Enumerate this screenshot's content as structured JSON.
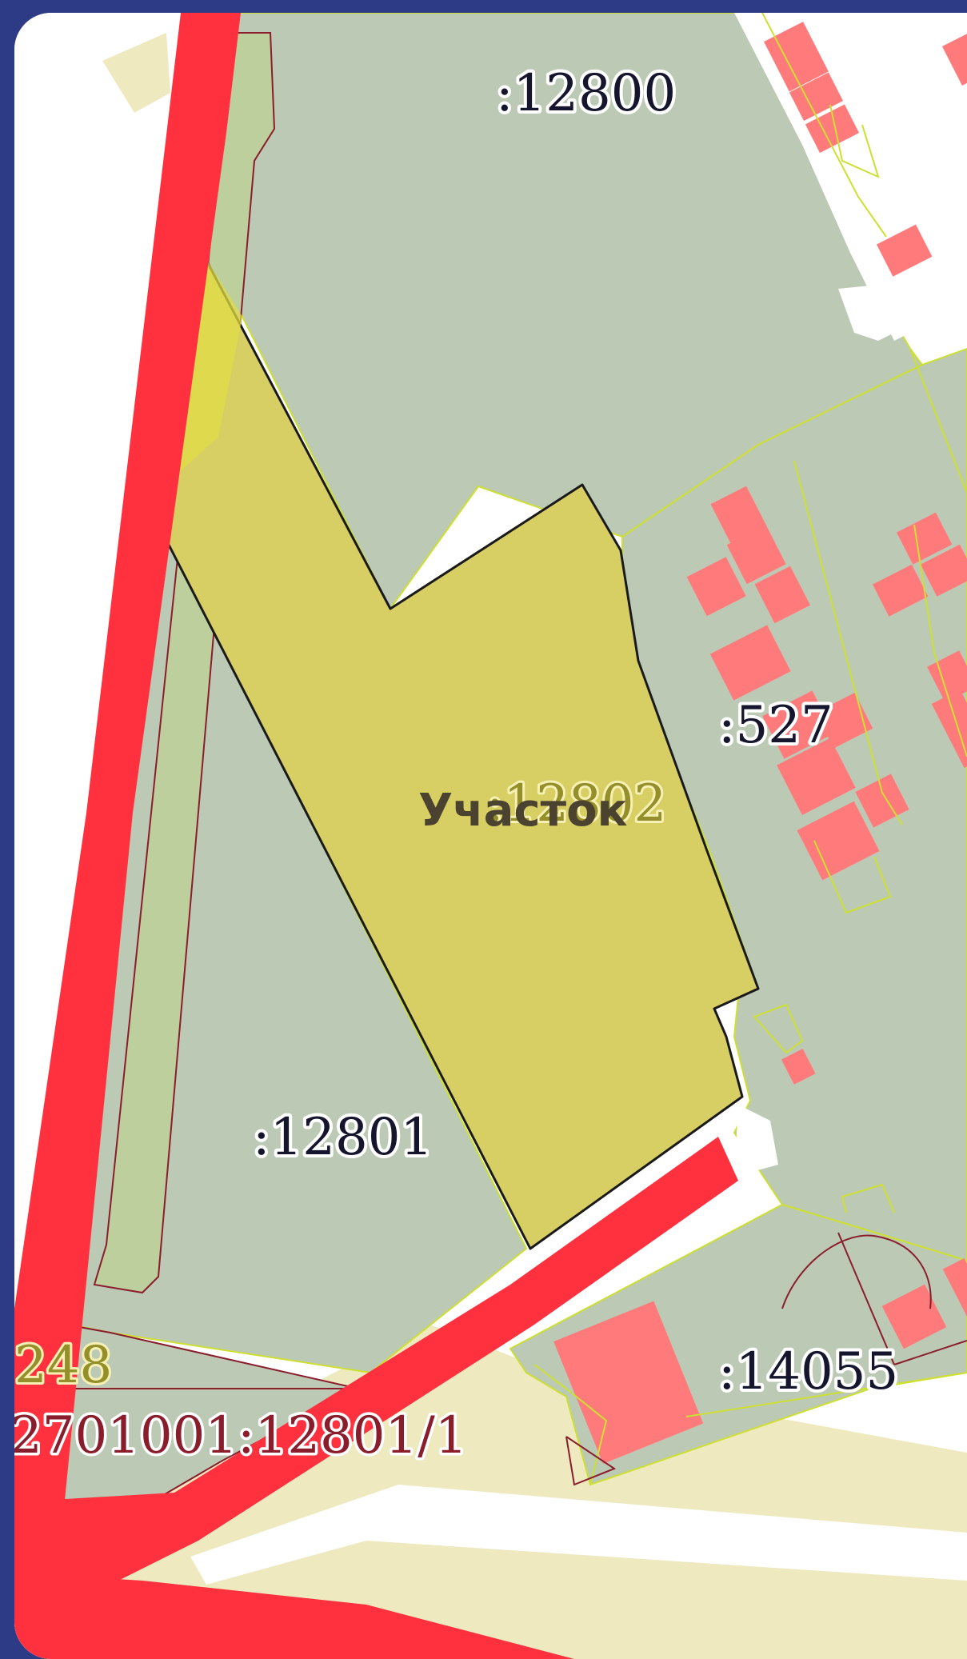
{
  "map": {
    "highlighted_parcel_label": "Участок",
    "parcel_labels": {
      "north": ":12800",
      "highlighted": ":12802",
      "east": ":527",
      "west": ":12801",
      "south_east": ":14055",
      "south_west_number": "248",
      "south_west_full": "2701001:12801/1"
    },
    "colors": {
      "parcel_fill": "#bccab5",
      "highlight_fill": "#d8cf64",
      "road": "#ff313f",
      "building": "#ff7b7b",
      "road_area": "#efe9c0",
      "boundary_yellow": "#cde031",
      "boundary_maroon": "#8a1d2c",
      "frame": "#2d3a86"
    }
  }
}
